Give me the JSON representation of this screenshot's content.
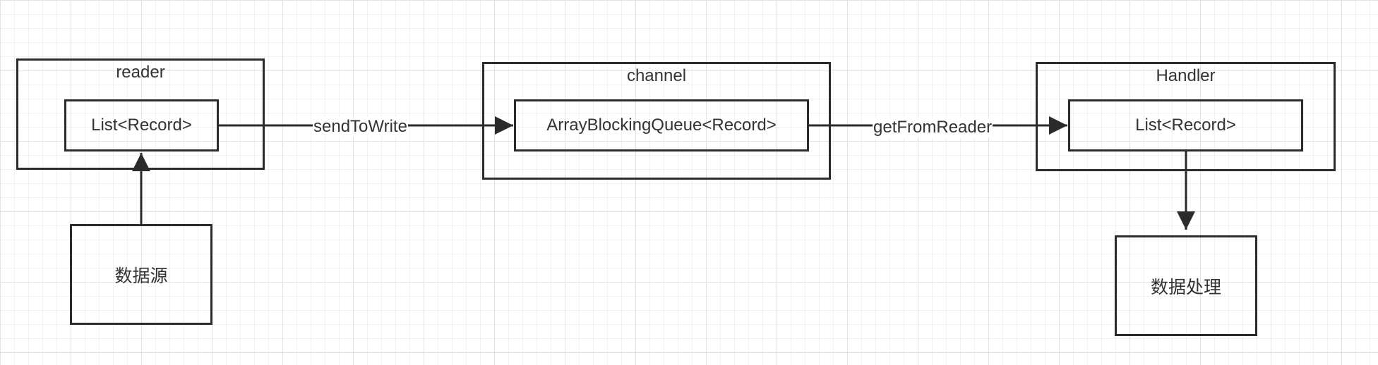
{
  "diagram": {
    "reader": {
      "title": "reader",
      "inner_label": "List<Record>"
    },
    "data_source": {
      "label": "数据源"
    },
    "channel": {
      "title": "channel",
      "inner_label": "ArrayBlockingQueue<Record>"
    },
    "handler": {
      "title": "Handler",
      "inner_label": "List<Record>"
    },
    "data_processing": {
      "label": "数据处理"
    },
    "edges": {
      "reader_to_channel": "sendToWrite",
      "channel_to_handler": "getFromReader"
    },
    "colors": {
      "stroke": "#2b2b2b",
      "text": "#333333",
      "grid_major": "#e2e2e2",
      "grid_minor": "#f1f1f1"
    }
  }
}
